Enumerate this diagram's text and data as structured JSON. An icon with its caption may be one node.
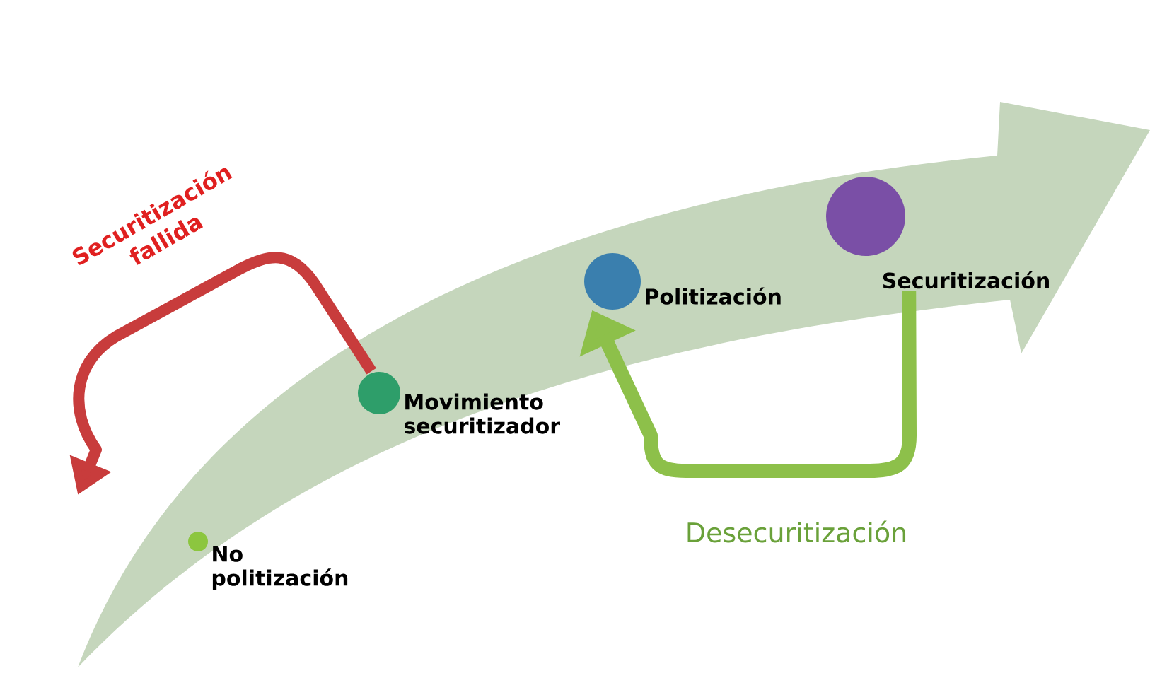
{
  "diagram": {
    "nodes": [
      {
        "text": [
          "No politización"
        ]
      },
      {
        "text": [
          "Movimiento securitizador"
        ]
      },
      {
        "text": [
          "Politización"
        ]
      },
      {
        "text": [
          "Securitización"
        ]
      }
    ],
    "edges": [
      {
        "from": 1,
        "to": null,
        "arrow": "to",
        "label": "Securitización fallida",
        "color": "#c83c3c"
      },
      {
        "from": 3,
        "to": 2,
        "arrow": "to",
        "label": "Desecuritización",
        "color": "#8dc04a"
      }
    ]
  }
}
